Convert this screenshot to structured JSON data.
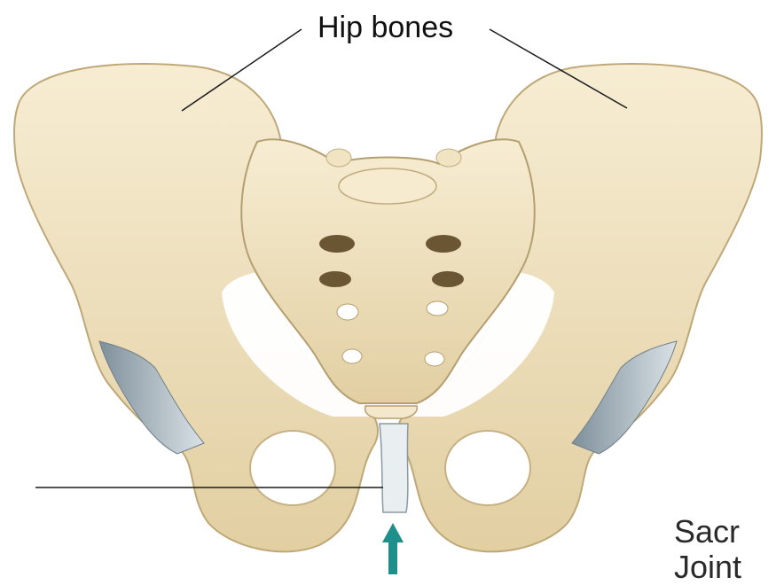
{
  "labels": {
    "hip_bones": "Hip bones",
    "corner_line1": "Sacr",
    "corner_line2": "Joint"
  },
  "colors": {
    "bone": "#efe2c0",
    "bone_shadow": "#cdb98c",
    "bone_highlight": "#fbf3dc",
    "cartilage": "#dfe6ea",
    "cartilage_dark": "#8a9aa4",
    "leader_line": "#1a1a1a",
    "arrow": "#1f8f8c"
  }
}
